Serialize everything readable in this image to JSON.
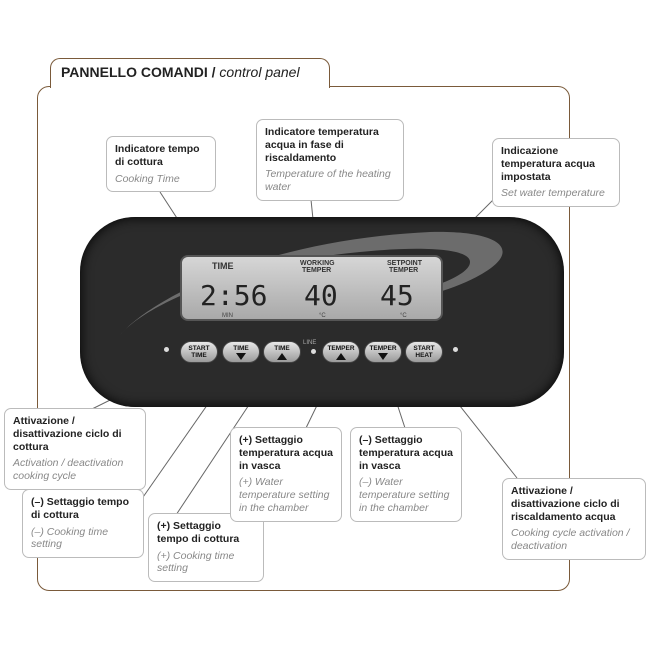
{
  "header": {
    "title_main": "PANNELLO COMANDI / ",
    "title_sub": "control panel"
  },
  "display": {
    "time_title": "TIME",
    "time_value": "2:56",
    "time_unit": "MIN",
    "working_title_1": "WORKING",
    "working_title_2": "TEMPER",
    "working_value": "40",
    "working_unit": "°C",
    "setpoint_title_1": "SETPOINT",
    "setpoint_title_2": "TEMPER",
    "setpoint_value": "45",
    "setpoint_unit": "°C"
  },
  "buttons": {
    "start_time_1": "START",
    "start_time_2": "TIME",
    "time_down": "TIME",
    "time_up": "TIME",
    "line_label": "LINE",
    "temper_up": "TEMPER",
    "temper_down": "TEMPER",
    "start_heat_1": "START",
    "start_heat_2": "HEAT"
  },
  "callouts": {
    "cooking_time": {
      "it": "Indicatore tempo di cottura",
      "en": "Cooking Time"
    },
    "heating_temp": {
      "it": "Indicatore temperatura acqua in fase di riscaldamento",
      "en": "Temperature of the heating water"
    },
    "set_temp": {
      "it": "Indicazione temperatura acqua impostata",
      "en": "Set water temperature"
    },
    "cycle": {
      "it": "Attivazione / disattivazione ciclo di cottura",
      "en": "Activation / deactivation cooking cycle"
    },
    "time_minus": {
      "it": "(–) Settaggio tempo di cottura",
      "en": "(–) Cooking time setting"
    },
    "time_plus": {
      "it": "(+) Settaggio tempo di cottura",
      "en": "(+) Cooking time setting"
    },
    "temp_plus": {
      "it": "(+) Settaggio temperatura acqua in vasca",
      "en": "(+) Water temperature setting in the chamber"
    },
    "temp_minus": {
      "it": "(–) Settaggio temperatura acqua in vasca",
      "en": "(–) Water temperature setting in the chamber"
    },
    "heating_cycle": {
      "it": "Attivazione / disattivazione ciclo di riscaldamento acqua",
      "en": "Cooking cycle activation / deactivation"
    }
  }
}
